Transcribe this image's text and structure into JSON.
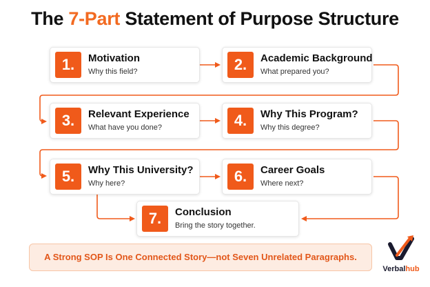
{
  "title": {
    "prefix": "The ",
    "accent": "7-Part",
    "suffix": " Statement of Purpose Structure"
  },
  "colors": {
    "accent": "#f05a1a",
    "banner_bg": "#fdece2",
    "banner_text": "#e2571a",
    "logo_dark": "#1a1a2e"
  },
  "steps": [
    {
      "number": "1.",
      "title": "Motivation",
      "subtitle": "Why this field?"
    },
    {
      "number": "2.",
      "title": "Academic Background",
      "subtitle": "What prepared you?"
    },
    {
      "number": "3.",
      "title": "Relevant Experience",
      "subtitle": "What have you done?"
    },
    {
      "number": "4.",
      "title": "Why This Program?",
      "subtitle": "Why this degree?"
    },
    {
      "number": "5.",
      "title": "Why This University?",
      "subtitle": "Why here?"
    },
    {
      "number": "6.",
      "title": "Career Goals",
      "subtitle": "Where next?"
    },
    {
      "number": "7.",
      "title": "Conclusion",
      "subtitle": "Bring the story together."
    }
  ],
  "banner": "A Strong SOP Is One Connected Story—not Seven Unrelated Paragraphs.",
  "logo": {
    "part1": "Verbal",
    "part2": "hub",
    "icon": "verbalhub-check-logo-icon"
  }
}
